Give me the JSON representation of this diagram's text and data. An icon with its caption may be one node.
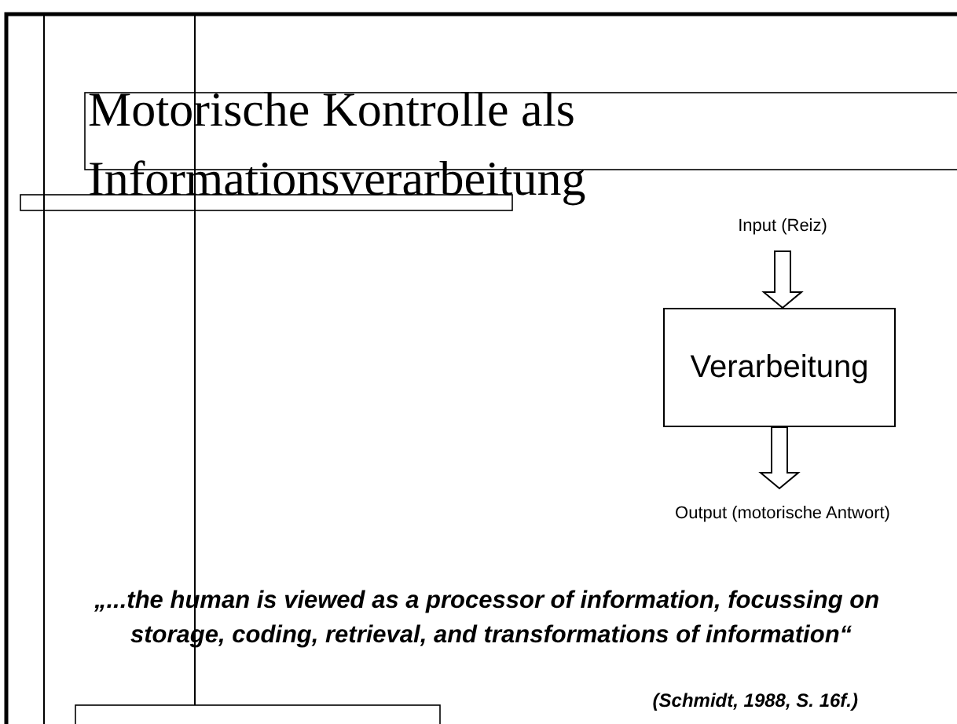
{
  "diagram": {
    "title": "Motorische Kontrolle als Informationsverarbeitung",
    "nodes": [
      {
        "text": [
          "Input (Reiz)"
        ]
      },
      {
        "text": [
          "Verarbeitung"
        ]
      },
      {
        "text": [
          "Output (motorische Antwort)"
        ]
      }
    ],
    "edges": [
      {
        "from": 0,
        "to": 1,
        "arrow": "to"
      },
      {
        "from": 1,
        "to": 2,
        "arrow": "to"
      }
    ],
    "labels": [
      "„...the human is viewed as a processor of information, focussing on storage, coding, retrieval, and transformations of information“",
      "(Schmidt, 1988, S. 16f.)"
    ]
  }
}
